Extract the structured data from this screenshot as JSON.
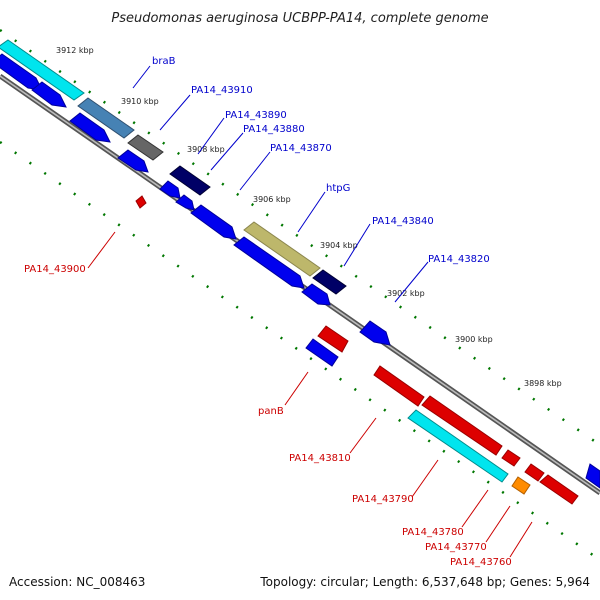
{
  "title": "Pseudomonas aeruginosa UCBPP-PA14, complete genome",
  "footer": {
    "accession": "Accession: NC_008463",
    "topology": "Topology: circular; Length: 6,537,648 bp; Genes: 5,964"
  },
  "kbp_ticks": [
    "3912 kbp",
    "3910 kbp",
    "3908 kbp",
    "3906 kbp",
    "3904 kbp",
    "3902 kbp",
    "3900 kbp",
    "3898 kbp"
  ],
  "gene_labels": {
    "forward": [
      "braB",
      "PA14_43910",
      "PA14_43890",
      "PA14_43880",
      "PA14_43870",
      "htpG",
      "PA14_43840",
      "PA14_43820"
    ],
    "reverse": [
      "PA14_43900",
      "panB",
      "PA14_43810",
      "PA14_43790",
      "PA14_43780",
      "PA14_43770",
      "PA14_43760"
    ]
  },
  "colors": {
    "forward_strand": "#0000ee",
    "reverse_strand": "#dd0000",
    "forward_label": "#0000cc",
    "reverse_label": "#cc0000",
    "cyan_gene": "#00e5ee",
    "steel_gene": "#4682b4",
    "gray_gene": "#666666",
    "navy_gene": "#000066",
    "khaki_gene": "#bdb76b",
    "orange_gene": "#ff8c00",
    "backbone": "#888888",
    "tick": "#007700"
  }
}
